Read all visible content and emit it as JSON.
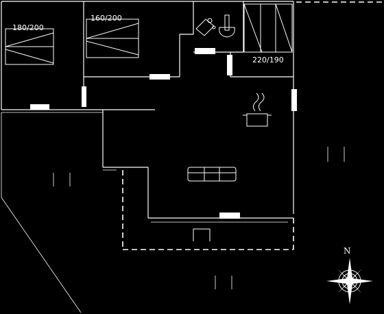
{
  "rooms": {
    "bedroom_1_bed_size": "180/200",
    "bedroom_2_bed_size": "160/200",
    "wardrobe_size": "220/190"
  },
  "compass": {
    "north_label": "N"
  },
  "icons": [
    "bed-icon",
    "sink-icon",
    "toilet-icon",
    "cooking-pot-icon",
    "sofa-icon",
    "compass-rose-icon"
  ],
  "colors": {
    "background": "#000000",
    "lines": "#ffffff"
  }
}
